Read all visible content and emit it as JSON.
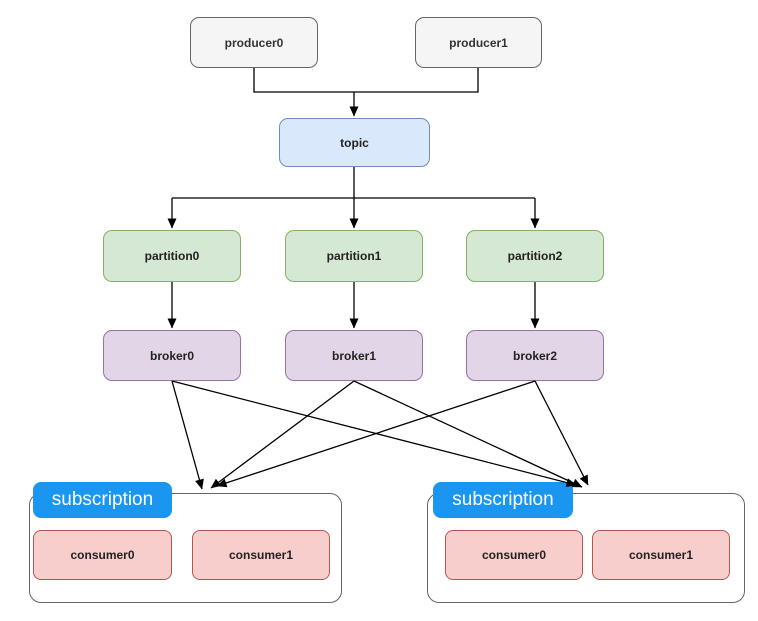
{
  "nodes": {
    "producers": [
      "producer0",
      "producer1"
    ],
    "topic": "topic",
    "partitions": [
      "partition0",
      "partition1",
      "partition2"
    ],
    "brokers": [
      "broker0",
      "broker1",
      "broker2"
    ],
    "subscriptions": [
      {
        "label": "subscription",
        "consumers": [
          "consumer0",
          "consumer1"
        ]
      },
      {
        "label": "subscription",
        "consumers": [
          "consumer0",
          "consumer1"
        ]
      }
    ]
  },
  "colors": {
    "producer_fill": "#f5f5f5",
    "producer_border": "#666666",
    "topic_fill": "#dae8fc",
    "topic_border": "#6c8ebf",
    "partition_fill": "#d5e8d4",
    "partition_border": "#82b366",
    "broker_fill": "#e1d5e7",
    "broker_border": "#9673a6",
    "consumer_fill": "#f8cecc",
    "consumer_border": "#b85450",
    "subscription_badge_fill": "#1a96f0",
    "subscription_badge_text": "#ffffff",
    "container_border": "#666666",
    "connector": "#000000"
  }
}
